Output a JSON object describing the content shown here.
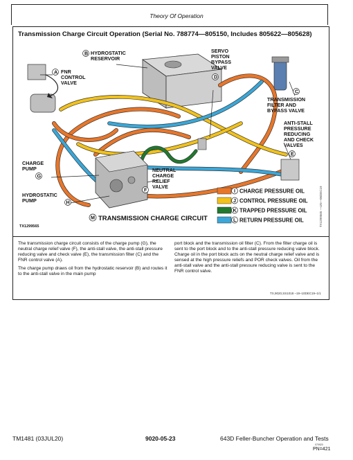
{
  "page": {
    "section_title": "Theory Of Operation"
  },
  "figure": {
    "title": "Transmission Charge Circuit Operation (Serial No. 788774—805150, Includes 805622—805628)",
    "labels": {
      "hydrostatic_reservoir": "B HYDROSTATIC RESERVOIR",
      "fnr_control_valve": "A FNR CONTROL VALVE",
      "servo_piston_bypass_valve": "SERVO PISTON BYPASS VALVE",
      "servo_letter": "D",
      "transmission_filter": "C TRANSMISSION FILTER AND BYPASS VALVE",
      "anti_stall": "ANTI-STALL PRESSURE REDUCING AND CHECK VALVES",
      "anti_stall_letter": "E",
      "charge_pump": "CHARGE PUMP",
      "charge_pump_letter": "G",
      "hydrostatic_pump": "HYDROSTATIC PUMP",
      "hydrostatic_pump_letter": "H",
      "neutral_charge_relief": "F NEUTRAL CHARGE RELIEF VALVE",
      "figure_id": "TX1299565",
      "side_ref": "TX1299565 —UN—06DEC19"
    },
    "caption": "M TRANSMISSION CHARGE CIRCUIT",
    "legend": [
      {
        "letter": "I",
        "label": "CHARGE PRESSURE OIL",
        "color": "#e8762a"
      },
      {
        "letter": "J",
        "label": "CONTROL PRESSURE OIL",
        "color": "#f2c21a"
      },
      {
        "letter": "K",
        "label": "TRAPPED PRESSURE OIL",
        "color": "#1f7a2e"
      },
      {
        "letter": "L",
        "label": "RETURN PRESSURE OIL",
        "color": "#3aa7d8"
      }
    ]
  },
  "text": {
    "col1_p1": "The transmission charge circuit consists of the charge pump (G), the neutral charge relief valve (F), the anti-stall valve, the anti-stall pressure reducing valve and check valve (E), the transmission filter (C) and the FNR control valve (A).",
    "col1_p2": "The charge pump draws oil from the hydrostatic reservoir (B) and routes it to the anti-stall valve in the main pump",
    "col2_p1": "port block and the transmission oil filter (C). From the filter charge oil is sent to the port block and to the anti-stall pressure reducing valve block. Charge oil in the port block acts on the neutral charge relief valve and is sensed at the high pressure reliefs and POR check valves. Oil from the anti-stall valve and the anti-stall pressure reducing valve is sent to the FNR control valve.",
    "ref_code": "TX,9020,SS1018 –19–10DEC19–1/1"
  },
  "footer": {
    "left": "TM1481 (03JUL20)",
    "center": "9020-05-23",
    "right": "643D Feller-Buncher Operation and Tests",
    "date": "070920",
    "page_number": "PN=421"
  }
}
